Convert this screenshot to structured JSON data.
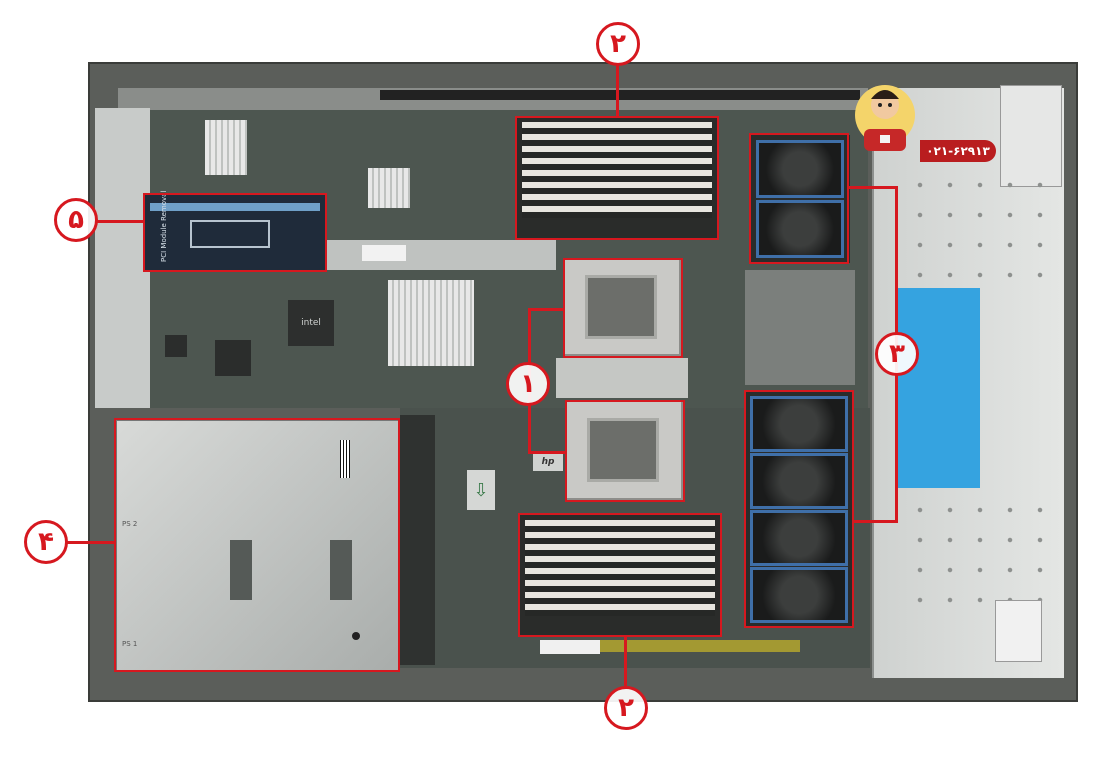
{
  "callouts": {
    "cpu": "۱",
    "memory_top": "۲",
    "memory_bottom": "۲",
    "fans": "۳",
    "power_supply": "۴",
    "pci_riser": "۵"
  },
  "branding": {
    "phone": "۰۲۱-۶۲۹۱۳",
    "mascot_icon": "mascot-icon",
    "accent_red": "#d6181f"
  },
  "labels": {
    "intel": "intel",
    "hp": "hp",
    "pci_card": "PCI Module Removal",
    "psu_ps1": "PS 1",
    "psu_ps2": "PS 2"
  },
  "icons": {
    "fan": "fan-icon",
    "arrow": "down-arrow-icon"
  }
}
